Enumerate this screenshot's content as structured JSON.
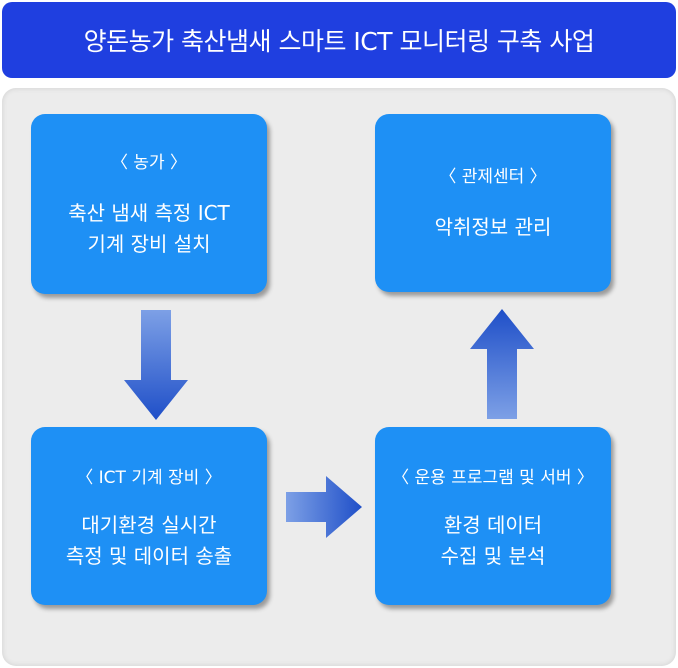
{
  "title": "양돈농가 축산냄새 스마트 ICT 모니터링 구축 사업",
  "colors": {
    "title_bg": "#1f3fe0",
    "box_bg": "#1e90f5",
    "panel_bg": "#ececec",
    "arrow_dark": "#1f4fc8",
    "arrow_light": "#7da0e6"
  },
  "boxes": {
    "farm": {
      "header": "〈 농가 〉",
      "lines": [
        "축산 냄새 측정 ICT",
        "기계 장비 설치"
      ]
    },
    "control_center": {
      "header": "〈 관제센터 〉",
      "lines": [
        "악취정보 관리"
      ]
    },
    "ict_equipment": {
      "header": "〈 ICT 기계 장비 〉",
      "lines": [
        "대기환경 실시간",
        "측정 및 데이터 송출"
      ]
    },
    "server": {
      "header": "〈 운용 프로그램 및 서버 〉",
      "lines": [
        "환경 데이터",
        "수집 및 분석"
      ]
    }
  },
  "arrows": [
    {
      "name": "arrow-down-icon",
      "from": "farm",
      "to": "ict_equipment"
    },
    {
      "name": "arrow-right-icon",
      "from": "ict_equipment",
      "to": "server"
    },
    {
      "name": "arrow-up-icon",
      "from": "server",
      "to": "control_center"
    }
  ]
}
